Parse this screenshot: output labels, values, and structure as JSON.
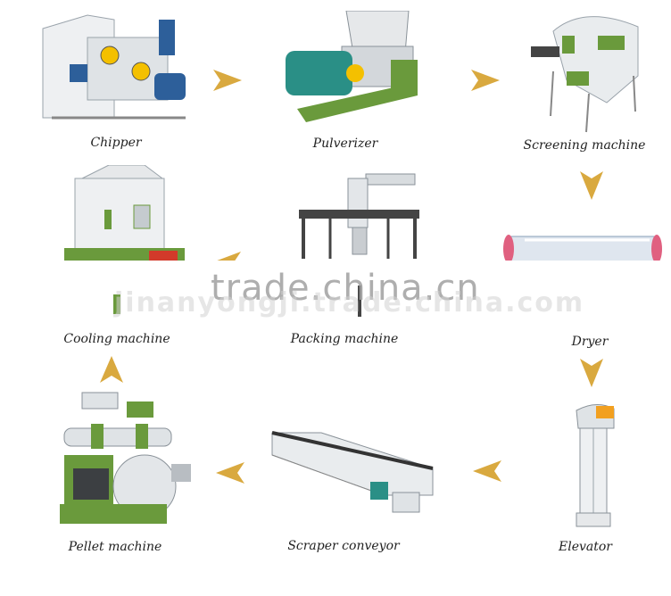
{
  "steps": {
    "chipper": "Chipper",
    "pulverizer": "Pulverizer",
    "screening": "Screening machine",
    "dryer": "Dryer",
    "packing": "Packing machine",
    "cooling": "Cooling machine",
    "pellet": "Pellet machine",
    "scraper": "Scraper conveyor",
    "elevator": "Elevator"
  },
  "watermark": {
    "main": "trade.china.cn",
    "sub": "jinanyongji.trade.china.com"
  },
  "colors": {
    "arrow": "#d9a93f",
    "machine_green": "#5a8f3a",
    "machine_white": "#e8ecef",
    "motor_teal": "#2a8f86"
  }
}
